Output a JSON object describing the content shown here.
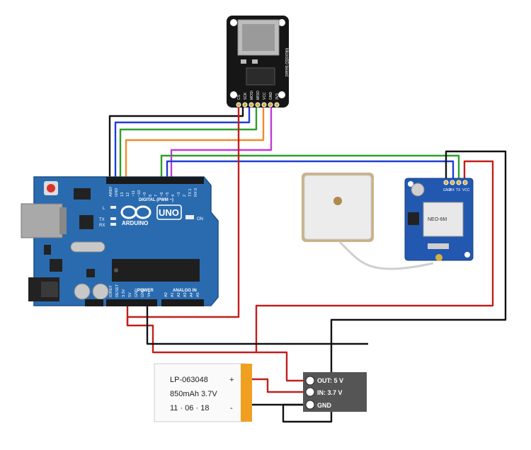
{
  "arduino": {
    "brand": "ARDUINO",
    "model": "UNO",
    "header_digital": "DIGITAL (PWM ~)",
    "header_analog": "ANALOG IN",
    "header_power": "POWER",
    "label_on": "ON",
    "label_l": "L",
    "label_tx": "TX",
    "label_rx": "RX",
    "digital_pins": [
      "AREF",
      "GND",
      "13",
      "12",
      "~11",
      "~10",
      "~9",
      "8",
      "7",
      "~6",
      "~5",
      "4",
      "~3",
      "2",
      "TX 1",
      "RX 0"
    ],
    "power_pins": [
      "IOREF",
      "RESET",
      "3.3V",
      "5V",
      "GND",
      "GND",
      "Vin"
    ],
    "analog_pins": [
      "A0",
      "A1",
      "A2",
      "A3",
      "A4",
      "A5"
    ]
  },
  "sd_module": {
    "side_label": "MicroSD board",
    "pins": [
      "CS",
      "SCK",
      "MOSI",
      "MISO",
      "VCC",
      "GND",
      "3V3"
    ]
  },
  "gps_module": {
    "pins": [
      "GND",
      "RX",
      "TX",
      "VCC"
    ],
    "chip_text": "NEO-6M"
  },
  "battery": {
    "line1": "LP-063048",
    "line2": "850mAh 3.7V",
    "line3": "11 · 06 · 18",
    "plus": "+",
    "minus": "-"
  },
  "booster": {
    "out_label": "OUT: 5 V",
    "in_label": "IN: 3.7 V",
    "gnd_label": "GND"
  },
  "colors": {
    "wire_black": "#111111",
    "wire_red": "#c0201c",
    "wire_blue": "#1f3fd0",
    "wire_green": "#2aa02a",
    "wire_orange": "#f08a2c",
    "wire_purple": "#c03ad8",
    "board_blue": "#2a6bb0",
    "battery_orange": "#f0a020"
  }
}
